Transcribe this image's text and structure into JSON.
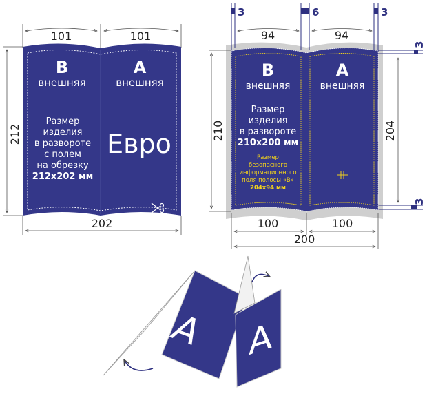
{
  "colors": {
    "panel": "#343789",
    "bleed": "#cfcfcf",
    "safe_line": "#f2d21c",
    "dim_accent": "#2e3080"
  },
  "left_layout": {
    "dim_left_half": "101",
    "dim_right_half": "101",
    "dim_height": "212",
    "dim_width": "202",
    "side_b_letter": "B",
    "side_b_label": "внешняя",
    "side_a_letter": "A",
    "side_a_label": "внешняя",
    "size_text": [
      "Размер",
      "изделия",
      "в развороте",
      "с полем",
      "на обрезку",
      "212x202 мм"
    ],
    "format": "Евро",
    "cut_icon": "scissors-icon"
  },
  "right_layout": {
    "bleed_left": "3",
    "spine": "6",
    "bleed_right": "3",
    "dim_left_half": "94",
    "dim_right_half": "94",
    "bleed_top": "3",
    "bleed_bottom": "3",
    "dim_height": "210",
    "dim_safe_height": "204",
    "dim_page_left": "100",
    "dim_page_right": "100",
    "dim_width": "200",
    "side_b_letter": "B",
    "side_b_label": "внешняя",
    "side_a_letter": "A",
    "side_a_label": "внешняя",
    "size_text": [
      "Размер",
      "изделия",
      "в развороте",
      "210x200 мм"
    ],
    "safe_text": [
      "Размер",
      "безопасного",
      "информационного",
      "поля полосы «В»",
      "204x94 мм"
    ],
    "spine_mark_icon": "fold-mark-icon"
  },
  "fold_examples": {
    "horizontal_letter": "A",
    "vertical_letter": "A"
  }
}
